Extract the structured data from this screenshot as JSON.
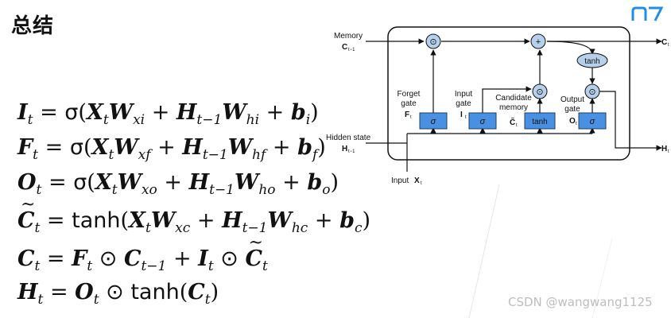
{
  "title": "总结",
  "logo_icon": "brand-logo-icon",
  "watermark": "CSDN @wangwang1125",
  "equations": [
    {
      "lhs": "I",
      "lhs_sub": "t",
      "rhs": "σ(X_t W_xi + H_t−1 W_hi + b_i)"
    },
    {
      "lhs": "F",
      "lhs_sub": "t",
      "rhs": "σ(X_t W_xf + H_t−1 W_hf + b_f)"
    },
    {
      "lhs": "O",
      "lhs_sub": "t",
      "rhs": "σ(X_t W_xo + H_t−1 W_ho + b_o)"
    },
    {
      "lhs": "C̃",
      "lhs_sub": "t",
      "rhs": "tanh(X_t W_xc + H_t−1 W_hc + b_c)"
    },
    {
      "lhs": "C",
      "lhs_sub": "t",
      "rhs": "F_t ⊙ C_t−1 + I_t ⊙ C̃_t"
    },
    {
      "lhs": "H",
      "lhs_sub": "t",
      "rhs": "O_t ⊙ tanh(C_t)"
    }
  ],
  "diagram": {
    "memory_label": "Memory",
    "memory_var": "C",
    "memory_sub": "t−1",
    "hidden_label": "Hidden state",
    "hidden_var": "H",
    "hidden_sub": "t−1",
    "input_label": "Input",
    "input_var": "X",
    "input_sub": "t",
    "out_c_var": "C",
    "out_c_sub": "t",
    "out_h_var": "H",
    "out_h_sub": "t",
    "forget_gate": {
      "line1": "Forget",
      "line2": "gate",
      "var": "F",
      "sub": "t",
      "op": "σ"
    },
    "input_gate": {
      "line1": "Input",
      "line2": "gate",
      "var": "I",
      "sub": "t",
      "op": "σ"
    },
    "candidate": {
      "line1": "Candidate",
      "line2": "memory",
      "var": "C̃",
      "sub": "t",
      "op": "tanh"
    },
    "output_gate": {
      "line1": "Output",
      "line2": "gate",
      "var": "O",
      "sub": "t",
      "op": "σ"
    },
    "tanh_label": "tanh",
    "plus_label": "+",
    "mult_label": "⊙",
    "colors": {
      "gate_fill": "#4a90e2",
      "node_fill": "#b6d0ec",
      "line": "#111111"
    }
  }
}
